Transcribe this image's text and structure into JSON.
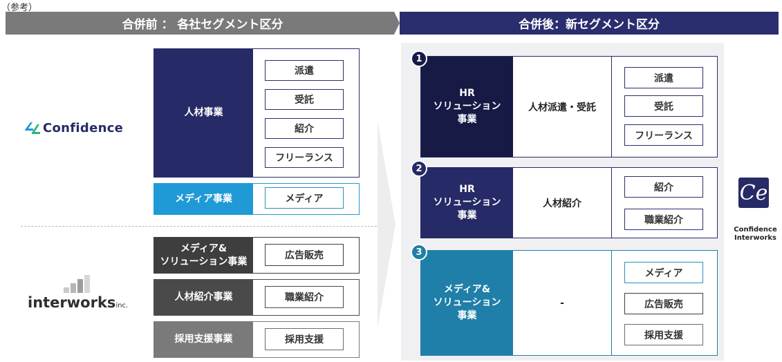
{
  "top_label": "（参考）",
  "banner_before": "合併前 ： 各社セグメント区分",
  "banner_after": "合併後：新セグメント区分",
  "left": {
    "confidence_logo": "Confidence",
    "interworks_logo": "interworks",
    "interworks_suffix": "inc.",
    "jinzai": {
      "label": "人材事業",
      "chips": [
        "派遣",
        "受託",
        "紹介",
        "フリーランス"
      ]
    },
    "media": {
      "label": "メディア事業",
      "chip": "メディア"
    },
    "media_solution": {
      "label_line1": "メディア&",
      "label_line2": "ソリューション事業",
      "chip": "広告販売"
    },
    "shokai": {
      "label": "人材紹介事業",
      "chip": "職業紹介"
    },
    "saiyo": {
      "label": "採用支援事業",
      "chip": "採用支援"
    }
  },
  "right": {
    "seg1": {
      "num": "1",
      "line1": "HR",
      "line2": "ソリューション",
      "line3": "事業",
      "mid": "人材派遣・受託",
      "chips": [
        "派遣",
        "受託",
        "フリーランス"
      ]
    },
    "seg2": {
      "num": "2",
      "line1": "HR",
      "line2": "ソリューション",
      "line3": "事業",
      "mid": "人材紹介",
      "chips": [
        "紹介",
        "職業紹介"
      ]
    },
    "seg3": {
      "num": "3",
      "line1": "メディア&",
      "line2": "ソリューション",
      "line3": "事業",
      "mid": "-",
      "chips": [
        "メディア",
        "広告販売",
        "採用支援"
      ]
    },
    "logo_line1": "Confidence",
    "logo_line2": "Interworks"
  },
  "colors": {
    "navy": "#262a66",
    "cyan": "#1f9ad6",
    "gray_dark": "#3e3e3e",
    "gray_mid": "#4a4a4a",
    "gray_light": "#7a7a7a",
    "teal": "#1f7fa8"
  }
}
